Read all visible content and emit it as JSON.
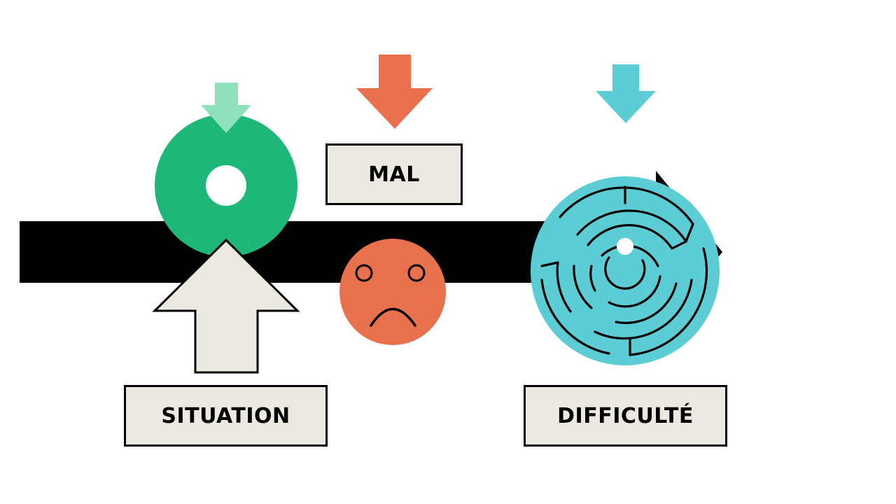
{
  "labels": {
    "mal": "MAL",
    "situation": "SITUATION",
    "difficulte": "DIFFICULTÉ"
  },
  "icons": {
    "situation": "donut-icon",
    "mal": "sad-face-icon",
    "difficulte": "maze-icon"
  },
  "colors": {
    "background": "#ffffff",
    "bar": "#000000",
    "green": "#1fb877",
    "mint": "#8fe0bd",
    "orange": "#e8704c",
    "cyan": "#5ccdd4",
    "cream": "#ebe9e1"
  }
}
